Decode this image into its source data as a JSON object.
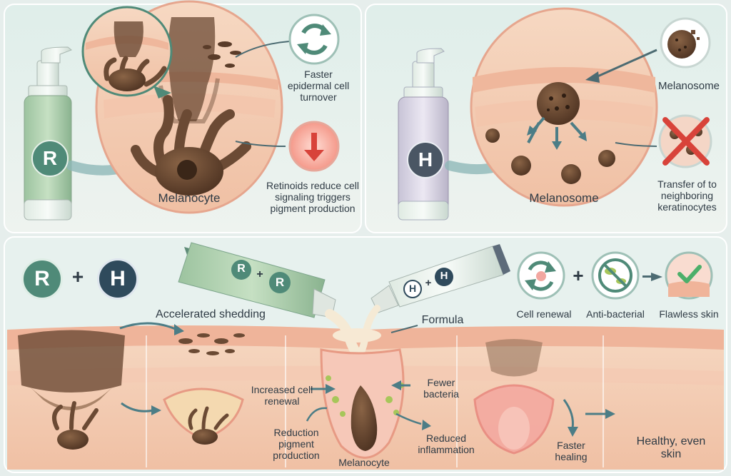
{
  "top_left": {
    "badge": "R",
    "callout_turnover": "Faster epidermal cell turnover",
    "callout_signal": "Retinoids reduce cell signaling triggers pigment production",
    "label_cell": "Melanocyte"
  },
  "top_right": {
    "badge": "H",
    "label_melanosome_top": "Melanosome",
    "label_melanosome_bottom": "Melanosome",
    "label_transfer": "Transfer of to neighboring keratinocytes"
  },
  "bottom": {
    "combo_left": "R",
    "combo_plus": "+",
    "combo_right": "H",
    "tube_left": {
      "a": "R",
      "plus": "+",
      "b": "R"
    },
    "tube_right": {
      "a": "H",
      "plus": "+",
      "b": "H"
    },
    "label_shedding": "Accelerated shedding",
    "label_formula": "Formula",
    "label_increased_renewal": "Increased cell renewal",
    "label_fewer_bacteria": "Fewer bacteria",
    "label_reduction": "Reduction pigment production",
    "label_melanocyte": "Melanocyte",
    "label_reduced_inflammation": "Reduced inflammation",
    "label_faster_healing": "Faster healing",
    "label_healthy": "Healthy, even skin",
    "label_cell_renewal": "Cell renewal",
    "label_antibacterial": "Anti-bacterial",
    "label_flawless": "Flawless skin",
    "icon_plus": "+"
  },
  "colors": {
    "retinoid_green": "#4f8a78",
    "hq_navy": "#2f4a5c",
    "skin": "#f3cdb4",
    "pigment": "#6b4a34",
    "alert_red": "#d8433a"
  }
}
